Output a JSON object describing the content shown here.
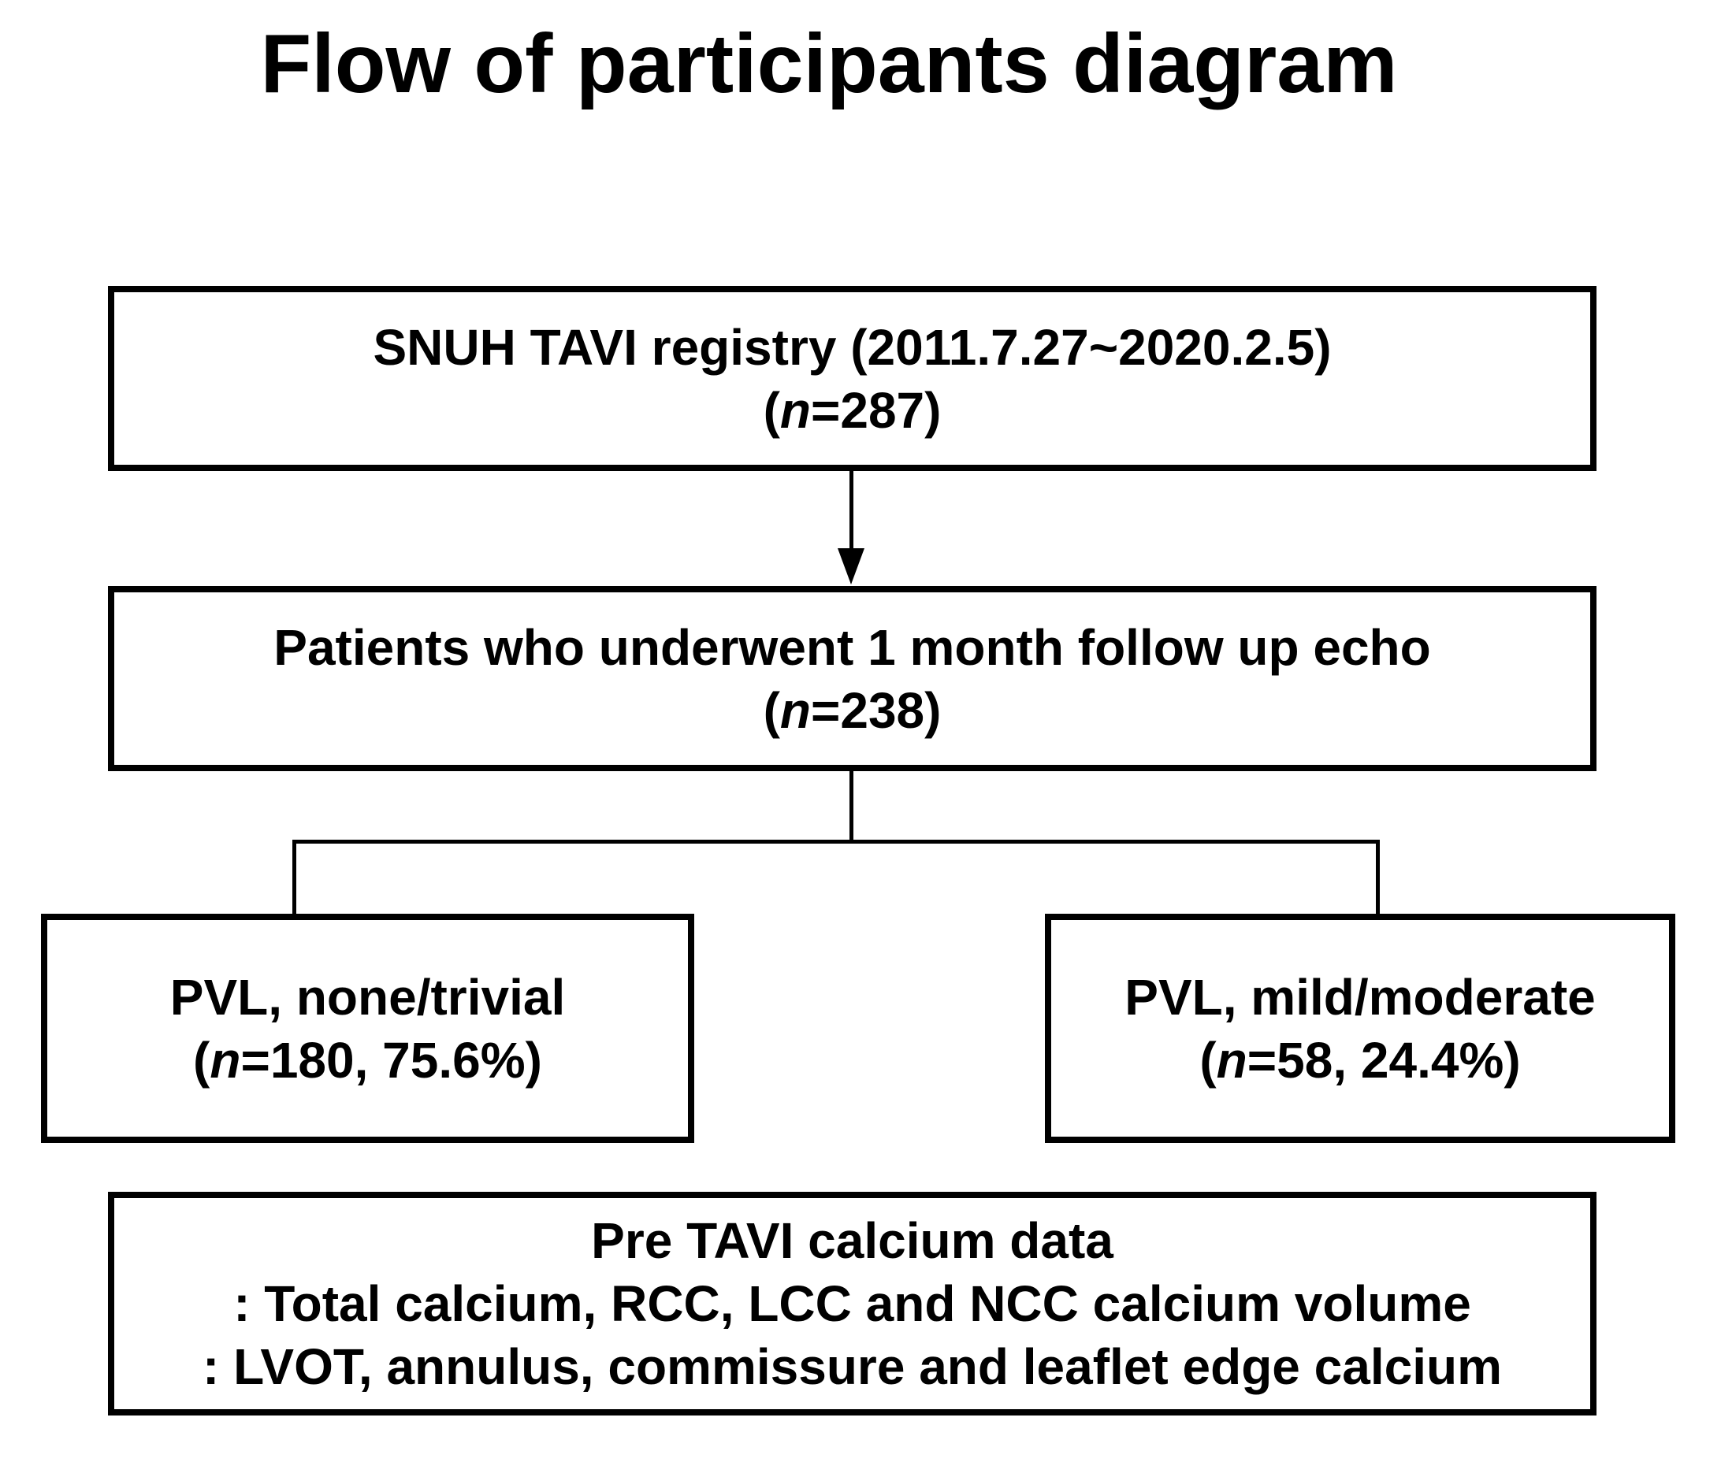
{
  "title": "Flow of participants diagram",
  "colors": {
    "ink": "#000000",
    "paper": "#ffffff"
  },
  "boxes": {
    "registry": {
      "line1": "SNUH TAVI registry (2011.7.27~2020.2.5)",
      "count": {
        "prefix": "(",
        "var": "n",
        "suffix": "=287)"
      }
    },
    "echo": {
      "line1": "Patients who underwent 1 month follow up echo",
      "count": {
        "prefix": "(",
        "var": "n",
        "suffix": "=238)"
      }
    },
    "pvl_none_trivial": {
      "line1": "PVL, none/trivial",
      "count": {
        "prefix": "(",
        "var": "n",
        "suffix": "=180, 75.6%)"
      }
    },
    "pvl_mild_moderate": {
      "line1": "PVL, mild/moderate",
      "count": {
        "prefix": "(",
        "var": "n",
        "suffix": "=58, 24.4%)"
      }
    },
    "calcium": {
      "line1": "Pre TAVI calcium data",
      "line2": ": Total calcium, RCC, LCC and NCC calcium volume",
      "line3": ": LVOT, annulus, commissure and leaflet edge calcium"
    }
  }
}
